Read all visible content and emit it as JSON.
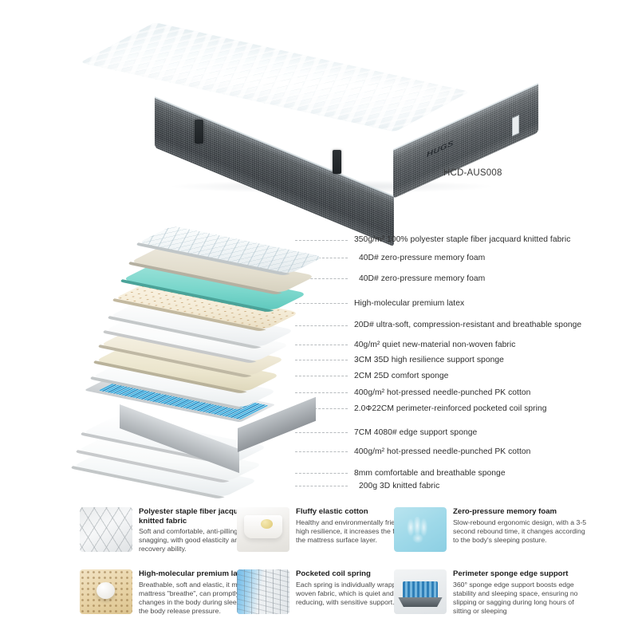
{
  "product": {
    "code": "HCD-AUS008",
    "brand_logo_text": "HUGS"
  },
  "layers": [
    {
      "id": "layer-1",
      "text": "350g/m² 100% polyester staple fiber jacquard knitted fabric"
    },
    {
      "id": "layer-2",
      "text": "40D# zero-pressure memory foam"
    },
    {
      "id": "layer-3",
      "text": "40D# zero-pressure memory foam"
    },
    {
      "id": "layer-4",
      "text": "High-molecular premium latex"
    },
    {
      "id": "layer-5",
      "text": "20D# ultra-soft, compression-resistant and breathable sponge"
    },
    {
      "id": "layer-6",
      "text": "40g/m² quiet new-material non-woven fabric"
    },
    {
      "id": "layer-7",
      "text": "3CM 35D high resilience support sponge"
    },
    {
      "id": "layer-8",
      "text": "2CM 25D comfort sponge"
    },
    {
      "id": "layer-9",
      "text": "400g/m² hot-pressed needle-punched PK cotton"
    },
    {
      "id": "layer-10",
      "text": "2.0Ф22CM perimeter-reinforced pocketed coil spring"
    },
    {
      "id": "layer-11",
      "text": "7CM 4080# edge support sponge"
    },
    {
      "id": "layer-12",
      "text": "400g/m² hot-pressed needle-punched PK cotton"
    },
    {
      "id": "layer-13",
      "text": "8mm comfortable and breathable sponge"
    },
    {
      "id": "layer-14",
      "text": "200g 3D knitted fabric"
    }
  ],
  "features": [
    {
      "id": "feature-jacquard",
      "icon": "quilted-fabric-swatch-icon",
      "title": "Polyester staple fiber jacquard knitted fabric",
      "desc": "Soft and comfortable, anti-pilling, anti-snagging, with good elasticity and strong recovery ability."
    },
    {
      "id": "feature-cotton",
      "icon": "fluffy-cotton-icon",
      "title": "Fluffy elastic cotton",
      "desc": "Healthy and environmentally friendly, with high resilience, it increases the fluffiness of the mattress surface layer."
    },
    {
      "id": "feature-memory-foam",
      "icon": "memory-foam-handprint-icon",
      "title": "Zero-pressure memory foam",
      "desc": "Slow-rebound ergonomic design, with a 3-5 second rebound time, it changes according to the body's sleeping posture."
    },
    {
      "id": "feature-latex",
      "icon": "perforated-latex-icon",
      "title": "High-molecular premium latex",
      "desc": "Breathable, soft and elastic, it makes the mattress \"breathe\", can promptly respond to changes in the body during sleep, and help the body release pressure."
    },
    {
      "id": "feature-coil",
      "icon": "pocketed-coil-icon",
      "title": "Pocketed coil spring",
      "desc": "Each spring is individually wrapped in non-woven fabric, which is quiet and noise-reducing, with sensitive support."
    },
    {
      "id": "feature-edge-support",
      "icon": "perimeter-edge-support-icon",
      "title": "Perimeter sponge edge support",
      "desc": "360° sponge edge support boosts edge stability and sleeping space, ensuring no slipping or sagging during long hours of sitting or sleeping"
    }
  ],
  "colors": {
    "background": "#ffffff",
    "mattress_side": "#474d52",
    "accent_latex_green": "#7fd8cf",
    "accent_coil_blue": "#2fa6dd",
    "text_primary": "#2b2b2b",
    "leader_line": "#b8bcbf"
  }
}
